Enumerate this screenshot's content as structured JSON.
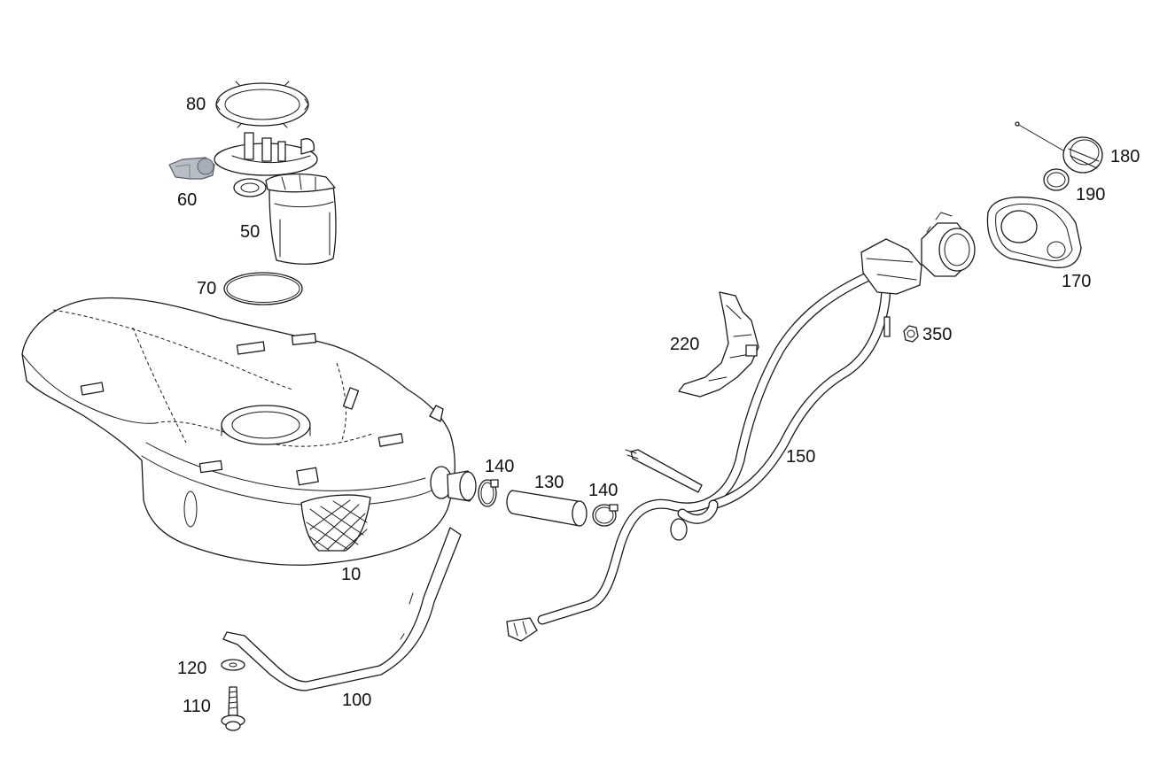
{
  "part_labels": {
    "p10": "10",
    "p50": "50",
    "p60": "60",
    "p70": "70",
    "p80": "80",
    "p100": "100",
    "p110": "110",
    "p120": "120",
    "p130": "130",
    "p140a": "140",
    "p140b": "140",
    "p150": "150",
    "p170": "170",
    "p180": "180",
    "p190": "190",
    "p220": "220",
    "p350": "350"
  },
  "colors": {
    "line": "#1a1a1a",
    "highlight_part_60": "#b8bec6"
  }
}
